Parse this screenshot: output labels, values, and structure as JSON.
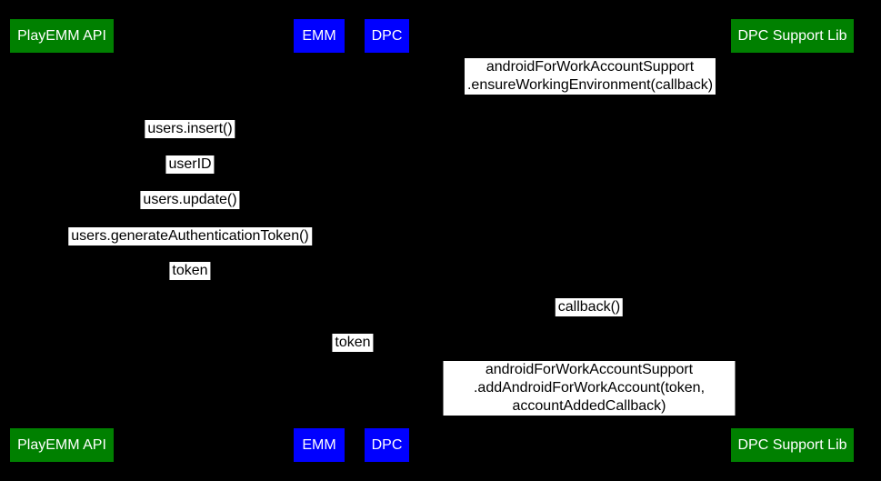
{
  "diagram": {
    "type": "sequence-diagram",
    "background_color": "#000000",
    "message_label_bg": "#ffffff",
    "message_text_color": "#000000",
    "actor_text_color": "#ffffff",
    "actor_fill_green": "#008000",
    "actor_fill_blue": "#0000ff",
    "actors": [
      {
        "label": "PlayEMM API",
        "color": "#008000"
      },
      {
        "label": "EMM",
        "color": "#0000ff"
      },
      {
        "label": "DPC",
        "color": "#0000ff"
      },
      {
        "label": "DPC Support Lib",
        "color": "#008000"
      }
    ],
    "messages": [
      {
        "text": "androidForWorkAccountSupport\n.ensureWorkingEnvironment(callback)"
      },
      {
        "text": "users.insert()"
      },
      {
        "text": "userID"
      },
      {
        "text": "users.update()"
      },
      {
        "text": "users.generateAuthenticationToken()"
      },
      {
        "text": "token"
      },
      {
        "text": "callback()"
      },
      {
        "text": "token"
      },
      {
        "text": "androidForWorkAccountSupport\n.addAndroidForWorkAccount(token, accountAddedCallback)"
      }
    ]
  }
}
